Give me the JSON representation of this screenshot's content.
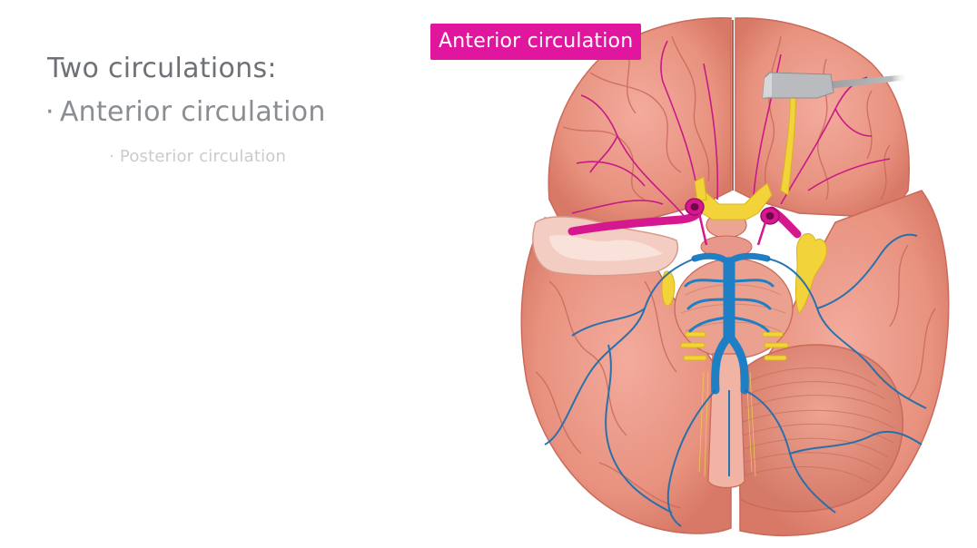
{
  "slide": {
    "title": "Two circulations:",
    "bullets": [
      {
        "marker": "·",
        "label": "Anterior circulation",
        "state": "active"
      },
      {
        "marker": "·",
        "label": "Posterior circulation",
        "state": "dimmed"
      }
    ]
  },
  "illustration": {
    "subject": "inferior view of the brain",
    "label": "Anterior circulation",
    "structures": [
      "anterior-circulation-arteries",
      "posterior-circulation-arteries",
      "cranial-nerves",
      "brainstem",
      "cerebellum",
      "retractor"
    ]
  },
  "colors": {
    "background": "#ffffff",
    "title_text": "#6e7276",
    "active_bullet_text": "#8a8e92",
    "dimmed_bullet_text": "#c9cbcd",
    "label_background": "#e0169e",
    "label_text": "#ffffff",
    "brain_tissue": "#e9978a",
    "anterior_arteries": "#d6188f",
    "posterior_arteries": "#1f7fc4",
    "nerves": "#f2d33a",
    "retractor": "#a9abae"
  }
}
